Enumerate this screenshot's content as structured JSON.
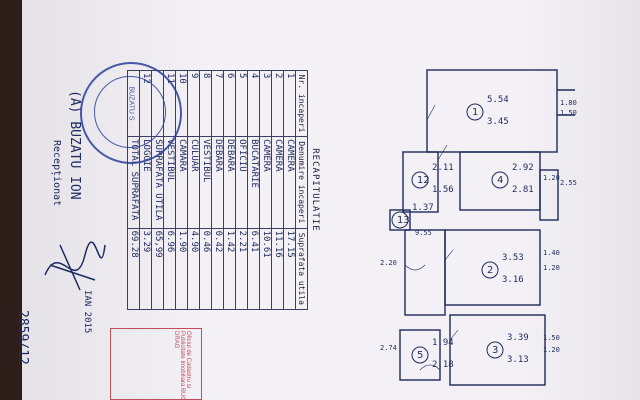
{
  "recap": {
    "title": "RECAPITULATIE",
    "col_nr": "Nr. incaperi",
    "col_name": "Denumire incaperi",
    "col_area": "Suprafata utila",
    "rows": [
      {
        "nr": "1",
        "name": "CAMERA",
        "area": "17.15"
      },
      {
        "nr": "2",
        "name": "CAMERA",
        "area": "11.16"
      },
      {
        "nr": "3",
        "name": "CAMERA",
        "area": "10.61"
      },
      {
        "nr": "4",
        "name": "BUCATARIE",
        "area": "6.41"
      },
      {
        "nr": "5",
        "name": "OFICIU",
        "area": "2.21"
      },
      {
        "nr": "6",
        "name": "DEBARA",
        "area": "1.42"
      },
      {
        "nr": "7",
        "name": "DEBARA",
        "area": "0.42"
      },
      {
        "nr": "8",
        "name": "VESTIBUL",
        "area": "0.46"
      },
      {
        "nr": "9",
        "name": "CULUAR",
        "area": "4.90"
      },
      {
        "nr": "10",
        "name": "CAMARA",
        "area": "1.90"
      },
      {
        "nr": "11",
        "name": "VESTIBUL",
        "area": "6.96"
      },
      {
        "nr": "",
        "name": "SUPRAFATA UTILA",
        "area": "65,99"
      },
      {
        "nr": "12",
        "name": "LOGGIE",
        "area": "3.29"
      },
      {
        "nr": "",
        "name": "TOTAL SUPRAFATA",
        "area": "69.28"
      }
    ],
    "owner": "BUZATU ION",
    "owner_prefix": "(A)",
    "receipt_label": "Recepționat",
    "year": "IAN 2015",
    "handwritten_number": "2859/12"
  },
  "stamp": {
    "text": "BUZATU S"
  },
  "red_stamp": {
    "text": "Oficiul de Cadastru si Publicitate Imobiliara BUC DRAG"
  },
  "plan": {
    "rooms": [
      {
        "label": "1",
        "dim_a": "5.54",
        "dim_b": "3.45"
      },
      {
        "label": "2",
        "dim_a": "3.53",
        "dim_b": "3.16"
      },
      {
        "label": "3",
        "dim_a": "3.39",
        "dim_b": "3.13"
      },
      {
        "label": "4",
        "dim_a": "2.92",
        "dim_b": "2.81"
      },
      {
        "label": "5",
        "dim_a": "1.94",
        "dim_b": "2.18"
      },
      {
        "label": "12",
        "dim_a": "2.11",
        "dim_b": "1.56"
      },
      {
        "label": "13",
        "dim_a": "1.37",
        "dim_b": ""
      }
    ],
    "side_dims": [
      "1.80",
      "1.50",
      "1.20",
      "2.55",
      "1.40",
      "1.20",
      "1.50",
      "1.20",
      "9.55",
      "2.20",
      "2.74"
    ]
  }
}
